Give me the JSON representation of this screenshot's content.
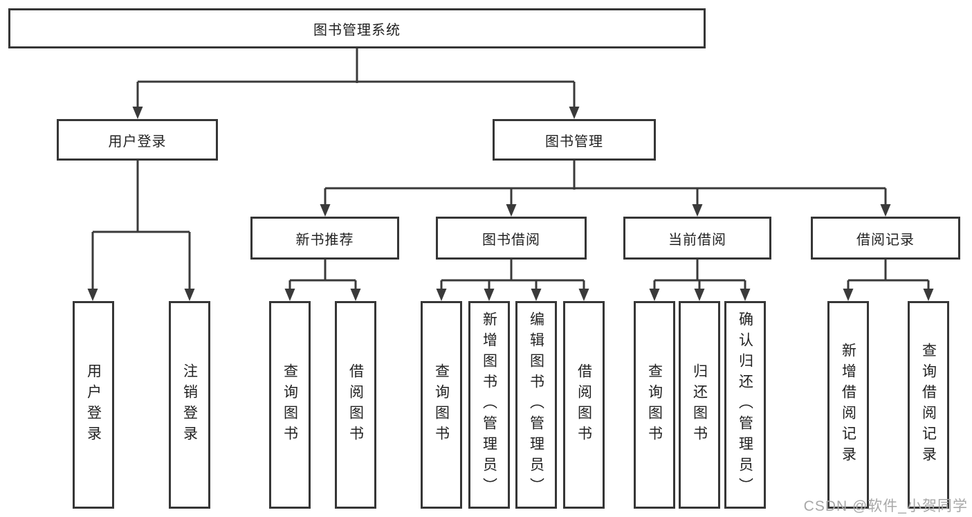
{
  "tree": {
    "label": "图书管理系统",
    "children": [
      {
        "label": "用户登录",
        "children": [
          {
            "label": "用户登录"
          },
          {
            "label": "注销登录"
          }
        ]
      },
      {
        "label": "图书管理",
        "children": [
          {
            "label": "新书推荐",
            "children": [
              {
                "label": "查询图书"
              },
              {
                "label": "借阅图书"
              }
            ]
          },
          {
            "label": "图书借阅",
            "children": [
              {
                "label": "查询图书"
              },
              {
                "label": "新增图书（管理员）"
              },
              {
                "label": "编辑图书（管理员）"
              },
              {
                "label": "借阅图书"
              }
            ]
          },
          {
            "label": "当前借阅",
            "children": [
              {
                "label": "查询图书"
              },
              {
                "label": "归还图书"
              },
              {
                "label": "确认归还（管理员）"
              }
            ]
          },
          {
            "label": "借阅记录",
            "children": [
              {
                "label": "新增借阅记录"
              },
              {
                "label": "查询借阅记录"
              }
            ]
          }
        ]
      }
    ]
  },
  "watermark": {
    "text": "CSDN @软件_小贺同学"
  },
  "colors": {
    "line": "#3a3a3a",
    "box_border": "#363636",
    "text": "#222222",
    "watermark_text": "#a8a8a8",
    "background": "#ffffff"
  }
}
